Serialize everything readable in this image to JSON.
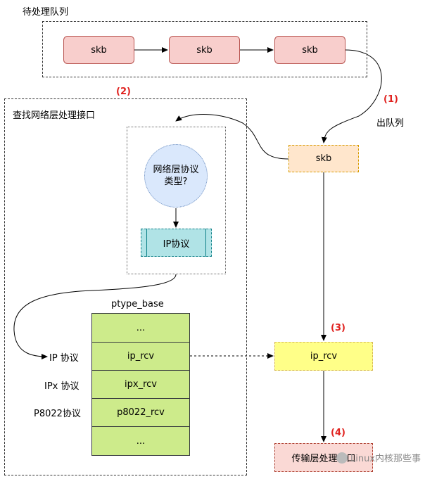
{
  "queue": {
    "title": "待处理队列",
    "items": [
      "skb",
      "skb",
      "skb"
    ]
  },
  "dequeue": {
    "step": "(1)",
    "label": "出队列"
  },
  "lookup": {
    "step": "(2)",
    "title": "查找网络层处理接口",
    "decision": "网络层协议\n类型?",
    "ip_box": "IP协议"
  },
  "skb_main": "skb",
  "ptype": {
    "title": "ptype_base",
    "rows": [
      "...",
      "ip_rcv",
      "ipx_rcv",
      "p8022_rcv",
      "..."
    ],
    "row_labels": [
      "IP 协议",
      "IPx 协议",
      "P8022协议"
    ]
  },
  "ip_rcv": {
    "step": "(3)",
    "label": "ip_rcv"
  },
  "transport": {
    "step": "(4)",
    "label": "传输层处理接口"
  },
  "watermark": "Linux内核那些事",
  "colors": {
    "queue_fill": "#f8cecc",
    "skb_fill": "#ffe6cc",
    "decision_fill": "#dae8fc",
    "ip_box_fill": "#b0e3e6",
    "table_fill": "#cdeb8b",
    "ip_rcv_fill": "#ffff88",
    "transport_fill": "#fad9d5",
    "step_color": "#e0221f"
  }
}
